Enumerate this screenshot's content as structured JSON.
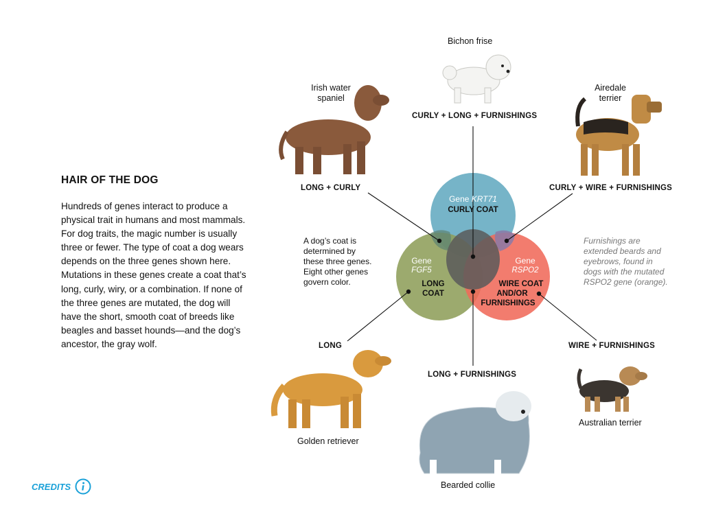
{
  "article": {
    "title": "HAIR OF THE DOG",
    "body": "Hundreds of genes interact to produce a physical trait in humans and most mammals. For dog traits, the magic number is usually three or fewer. The type of coat a dog wears depends on the three genes shown here. Mutations in these genes create a coat that’s long, curly, wiry, or a combination. If none of the three genes are mutated, the dog will have the short, smooth coat of breeds like beagles and basset hounds—and the dog’s ancestor, the gray wolf."
  },
  "notes": {
    "intro": "A dog’s coat is determined by these three genes. Eight other genes govern color.",
    "furnishings": "Furnishings are extended beards and eyebrows, found in dogs with the mutated RSPO2 gene (orange)."
  },
  "venn": {
    "curly": {
      "gene_prefix": "Gene",
      "gene": "KRT71",
      "trait": "CURLY COAT",
      "color": "#6aaec3"
    },
    "long": {
      "gene_prefix": "Gene",
      "gene": "FGF5",
      "trait_line1": "LONG",
      "trait_line2": "COAT",
      "color": "#8e9e5a"
    },
    "wire": {
      "gene_prefix": "Gene",
      "gene": "RSPO2",
      "trait_line1": "WIRE COAT",
      "trait_line2": "AND/OR",
      "trait_line3": "FURNISHINGS",
      "color": "#f06a5a"
    }
  },
  "combinations": {
    "top": "CURLY + LONG + FURNISHINGS",
    "long_curly": "LONG + CURLY",
    "curly_wire": "CURLY + WIRE + FURNISHINGS",
    "long": "LONG",
    "long_furnishings": "LONG + FURNISHINGS",
    "wire_furnishings": "WIRE + FURNISHINGS"
  },
  "breeds": {
    "bichon": "Bichon frise",
    "irish_line1": "Irish water",
    "irish_line2": "spaniel",
    "airedale_line1": "Airedale",
    "airedale_line2": "terrier",
    "golden": "Golden retriever",
    "collie": "Bearded collie",
    "australian": "Australian terrier"
  },
  "credits": {
    "label": "CREDITS"
  },
  "colors": {
    "accent": "#1aa1d8"
  }
}
